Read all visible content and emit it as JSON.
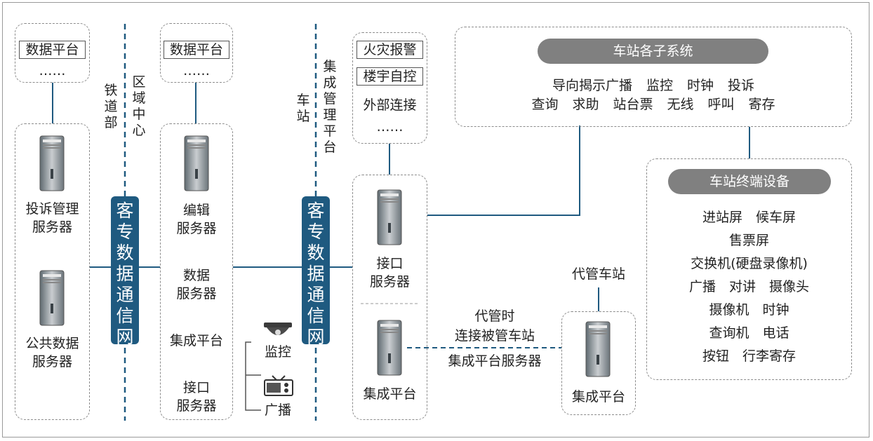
{
  "railway": {
    "top_box": {
      "label": "数据平台",
      "ellipsis": "……"
    },
    "servers": [
      "投诉管理\n服务器",
      "公共数据\n服务器"
    ]
  },
  "divider_labels": {
    "railway_dept": "铁道部",
    "region_center": "区域中心",
    "station": "车站",
    "integrated_platform": "集成管理平台"
  },
  "network_label": "客专数据通信网",
  "region": {
    "top_box": {
      "label": "数据平台",
      "ellipsis": "……"
    },
    "items": [
      "编辑\n服务器",
      "数据\n服务器",
      "集成平台",
      "接口\n服务器"
    ],
    "devices": {
      "surveillance": "监控",
      "broadcast": "广播"
    }
  },
  "station": {
    "top_box": {
      "items": [
        "火灾报警",
        "楼宇自控"
      ],
      "external": "外部连接",
      "ellipsis": "……"
    },
    "interface_server": "接口\n服务器",
    "integrated_platform": "集成平台"
  },
  "proxy": {
    "note": [
      "代管时",
      "连接被管车站",
      "集成平台服务器"
    ],
    "station_label": "代管车站",
    "platform_label": "集成平台"
  },
  "subsystems": {
    "title": "车站各子系统",
    "rows": [
      [
        "导向揭示广播",
        "监控",
        "时钟",
        "投诉"
      ],
      [
        "查询",
        "求助",
        "站台票",
        "无线",
        "呼叫",
        "寄存"
      ]
    ]
  },
  "terminals": {
    "title": "车站终端设备",
    "rows": [
      "进站屏　候车屏",
      "售票屏",
      "交换机(硬盘录像机)",
      "广播　对讲　摄像头",
      "摄像机　时钟",
      "查询机　电话",
      "按钮　行李寄存"
    ]
  },
  "colors": {
    "network": "#1f5a80",
    "pill": "#808080",
    "line": "#1f5a80"
  }
}
